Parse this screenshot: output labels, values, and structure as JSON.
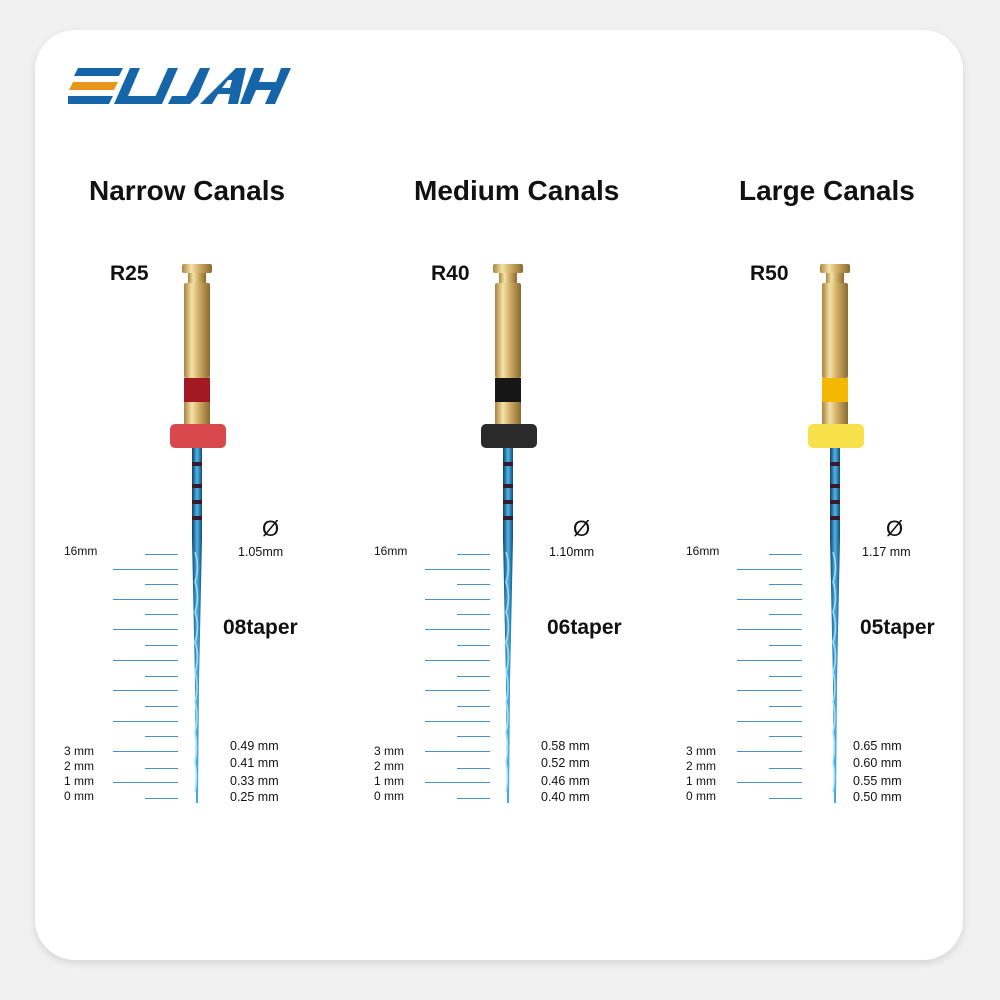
{
  "brand": {
    "name": "ELIJAH",
    "primary_color": "#1565a8",
    "accent_color": "#e8951c"
  },
  "columns": [
    {
      "heading": "Narrow Canals",
      "size_label": "R25",
      "ring_color": "#a31822",
      "stopper_color": "#d9484c",
      "diameter_symbol": "Ø",
      "diameter_value": "1.05mm",
      "taper": "08taper",
      "top_length": "16mm",
      "length_labels": [
        "3 mm",
        "2 mm",
        "1 mm",
        "0 mm"
      ],
      "tip_diameters": [
        "0.49 mm",
        "0.41 mm",
        "0.33 mm",
        "0.25 mm"
      ]
    },
    {
      "heading": "Medium Canals",
      "size_label": "R40",
      "ring_color": "#161616",
      "stopper_color": "#2a2a2a",
      "diameter_symbol": "Ø",
      "diameter_value": "1.10mm",
      "taper": "06taper",
      "top_length": "16mm",
      "length_labels": [
        "3 mm",
        "2 mm",
        "1 mm",
        "0 mm"
      ],
      "tip_diameters": [
        "0.58 mm",
        "0.52 mm",
        "0.46 mm",
        "0.40 mm"
      ]
    },
    {
      "heading": "Large Canals",
      "size_label": "R50",
      "ring_color": "#f5b800",
      "stopper_color": "#f8e04a",
      "diameter_symbol": "Ø",
      "diameter_value": "1.17 mm",
      "taper": "05taper",
      "top_length": "16mm",
      "length_labels": [
        "3 mm",
        "2 mm",
        "1 mm",
        "0 mm"
      ],
      "tip_diameters": [
        "0.65 mm",
        "0.60 mm",
        "0.55 mm",
        "0.50 mm"
      ]
    }
  ],
  "colors": {
    "background": "#f1f1f1",
    "card": "#ffffff",
    "gold": "#d4b26a",
    "shaft_blue": "#2a7fb8",
    "ruler_line": "#4a90c8"
  }
}
